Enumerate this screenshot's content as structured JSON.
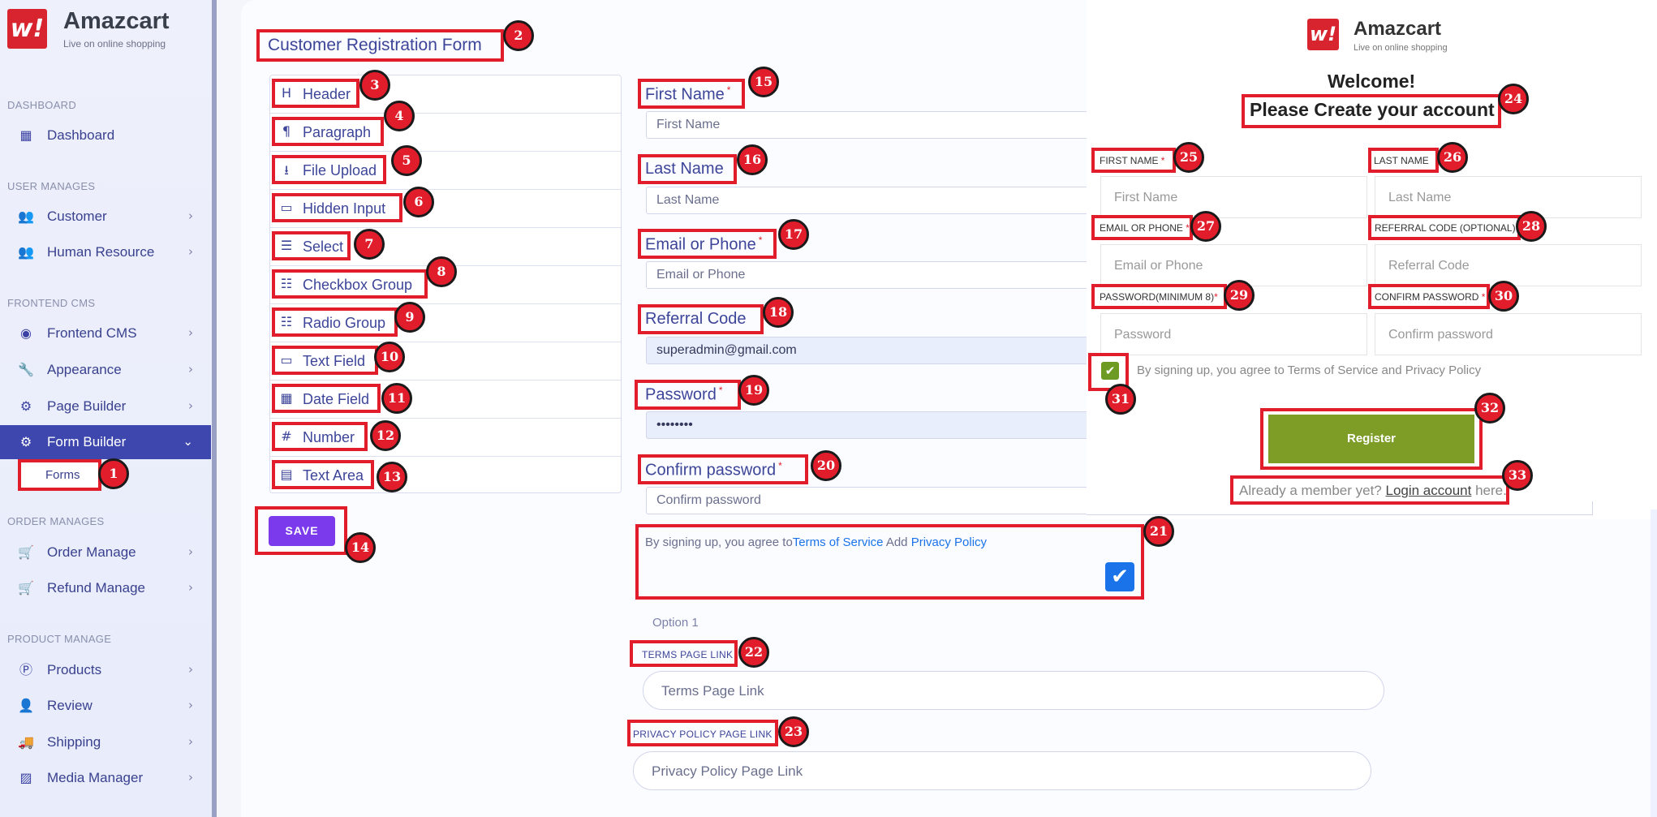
{
  "brand": {
    "logo_glyph": "w!",
    "name": "Amazcart",
    "tagline": "Live on online shopping"
  },
  "sidebar": {
    "sections": {
      "dashboard": "DASHBOARD",
      "user": "USER MANAGES",
      "cms": "FRONTEND CMS",
      "order": "ORDER MANAGES",
      "product": "PRODUCT MANAGE"
    },
    "items": [
      {
        "label": "Dashboard",
        "icon": "grid-icon"
      },
      {
        "label": "Customer",
        "icon": "users-icon"
      },
      {
        "label": "Human Resource",
        "icon": "users-icon"
      },
      {
        "label": "Frontend CMS",
        "icon": "eye-icon"
      },
      {
        "label": "Appearance",
        "icon": "wrench-icon"
      },
      {
        "label": "Page Builder",
        "icon": "gears-icon"
      },
      {
        "label": "Form Builder",
        "icon": "gears-icon",
        "active": true
      },
      {
        "label": "Order Manage",
        "icon": "cart-icon"
      },
      {
        "label": "Refund Manage",
        "icon": "cart-icon"
      },
      {
        "label": "Products",
        "icon": "product-icon"
      },
      {
        "label": "Review",
        "icon": "user-icon"
      },
      {
        "label": "Shipping",
        "icon": "truck-icon"
      },
      {
        "label": "Media Manager",
        "icon": "image-icon"
      }
    ],
    "sub_item": "Forms"
  },
  "builder": {
    "title": "Customer Registration Form",
    "palette": [
      {
        "label": "Header",
        "icon": "H"
      },
      {
        "label": "Paragraph",
        "icon": "¶"
      },
      {
        "label": "File Upload",
        "icon": "⭳"
      },
      {
        "label": "Hidden Input",
        "icon": "▭"
      },
      {
        "label": "Select",
        "icon": "☰"
      },
      {
        "label": "Checkbox Group",
        "icon": "☷"
      },
      {
        "label": "Radio Group",
        "icon": "☷"
      },
      {
        "label": "Text Field",
        "icon": "▭"
      },
      {
        "label": "Date Field",
        "icon": "▦"
      },
      {
        "label": "Number",
        "icon": "#"
      },
      {
        "label": "Text Area",
        "icon": "▤"
      }
    ],
    "save_label": "SAVE"
  },
  "fields": {
    "first_name": {
      "label": "First Name",
      "placeholder": "First Name",
      "required": true
    },
    "last_name": {
      "label": "Last Name",
      "placeholder": "Last Name",
      "required": false
    },
    "email": {
      "label": "Email or Phone",
      "placeholder": "Email or Phone",
      "required": true
    },
    "referral": {
      "label": "Referral Code",
      "value": "superadmin@gmail.com",
      "required": false
    },
    "password": {
      "label": "Password",
      "value": "••••••••",
      "required": true
    },
    "confirm": {
      "label": "Confirm password",
      "placeholder": "Confirm password",
      "required": true
    },
    "req_mark": "*",
    "agree": {
      "prefix": "By signing up, you agree to",
      "terms": "Terms of Service",
      "middle": " Add ",
      "privacy": "Privacy Policy"
    },
    "option1": "Option 1",
    "terms_link_label": "TERMS PAGE LINK",
    "terms_link_placeholder": "Terms Page Link",
    "privacy_link_label": "PRIVACY POLICY PAGE LINK",
    "privacy_link_placeholder": "Privacy Policy Page Link"
  },
  "preview": {
    "brand": "Amazcart",
    "tagline": "Live on online shopping",
    "welcome": "Welcome!",
    "create": "Please Create your account",
    "first_name_label": "FIRST NAME",
    "first_name_placeholder": "First Name",
    "last_name_label": "LAST NAME",
    "last_name_placeholder": "Last Name",
    "email_label": "EMAIL OR PHONE",
    "email_placeholder": "Email or Phone",
    "referral_label": "REFERRAL CODE (OPTIONAL)",
    "referral_placeholder": "Referral Code",
    "password_label": "PASSWORD(MINIMUM 8)",
    "password_placeholder": "Password",
    "confirm_label": "CONFIRM PASSWORD",
    "confirm_placeholder": "Confirm password",
    "agree": "By signing up, you agree to Terms of Service and Privacy Policy",
    "register": "Register",
    "already": "Already a member yet?",
    "login": "Login account",
    "here": "here."
  },
  "annotations": [
    "1",
    "2",
    "3",
    "4",
    "5",
    "6",
    "7",
    "8",
    "9",
    "10",
    "11",
    "12",
    "13",
    "14",
    "15",
    "16",
    "17",
    "18",
    "19",
    "20",
    "21",
    "22",
    "23",
    "24",
    "25",
    "26",
    "27",
    "28",
    "29",
    "30",
    "31",
    "32",
    "33"
  ],
  "colors": {
    "accent": "#3d47ad",
    "annotation": "#e11d2b",
    "save": "#7c3aed",
    "register": "#7d9d26",
    "check": "#1a73e8"
  }
}
